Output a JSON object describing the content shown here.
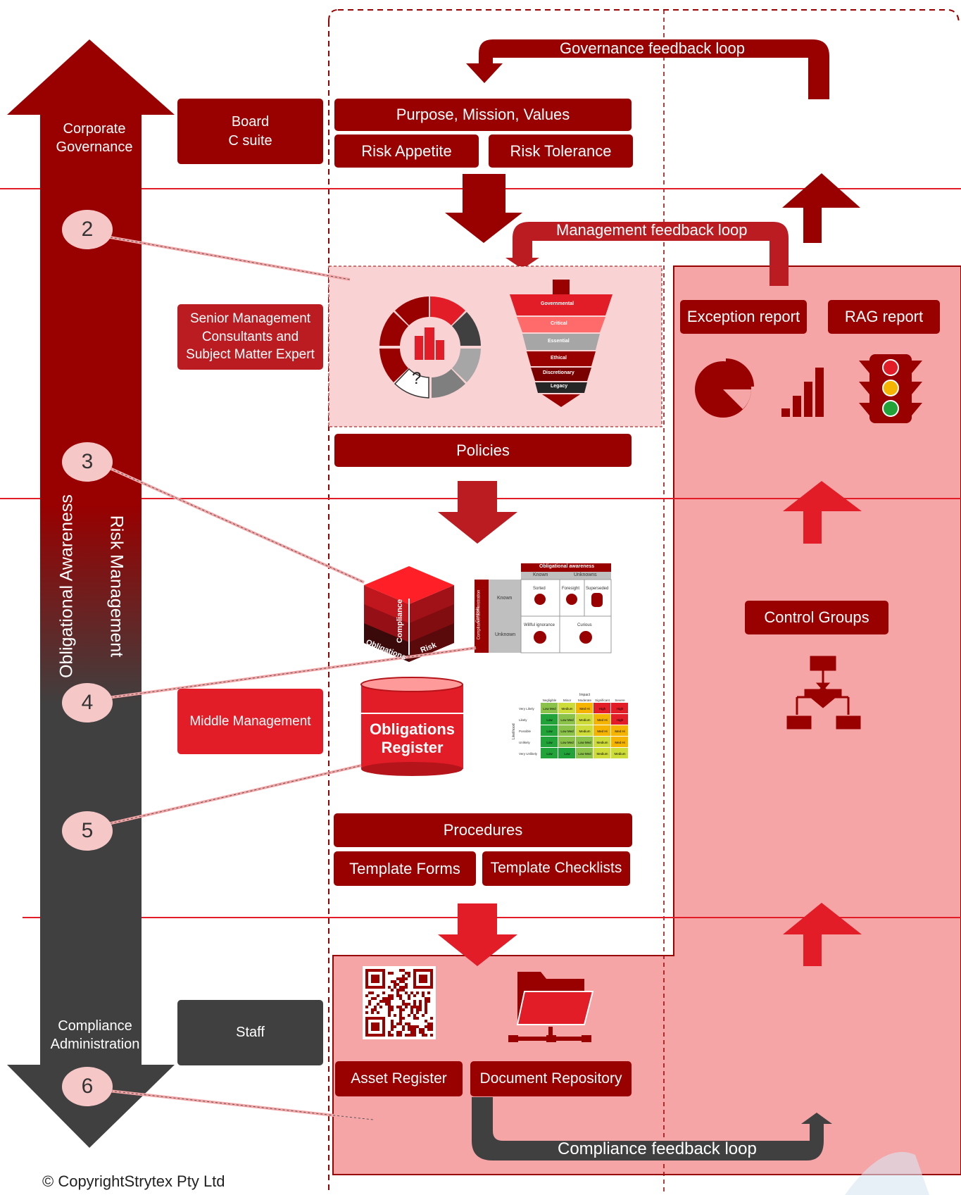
{
  "colors": {
    "dark_red": "#990000",
    "red": "#e31d27",
    "grey": "#404040",
    "pink": "#f6a5a7",
    "light_pink": "#f9d3d3"
  },
  "left_axis": {
    "top_label": "Corporate\nGovernance",
    "bottom_label": "Compliance\nAdministration",
    "vertical_1": "Obligational Awareness",
    "vertical_2": "Risk Management"
  },
  "roles": {
    "board": "Board\nC suite",
    "senior": "Senior Management\nConsultants and\nSubject Matter Expert",
    "middle": "Middle Management",
    "staff": "Staff"
  },
  "governance": {
    "purpose": "Purpose, Mission, Values",
    "appetite": "Risk Appetite",
    "tolerance": "Risk Tolerance"
  },
  "loops": {
    "governance": "Governance feedback loop",
    "management": "Management feedback loop",
    "compliance": "Compliance feedback loop"
  },
  "funnel": [
    "Governmental",
    "Critical",
    "Essential",
    "Ethical",
    "Discretionary",
    "Legacy"
  ],
  "policies": "Policies",
  "reports": {
    "exception": "Exception report",
    "rag": "RAG report"
  },
  "control_groups": "Control Groups",
  "cube": {
    "compliance": "Compliance",
    "obligations": "Obligations",
    "risk": "Risk"
  },
  "awareness_matrix": {
    "title": "Obligational awareness",
    "known": "Known",
    "unknowns": "Unknowns",
    "row_known": "Known",
    "row_unknown": "Unknown",
    "side_1": "Compliance/administration",
    "side_2": "Controls",
    "cells": [
      "Sorted",
      "Foresight",
      "Superseded",
      "Willful ignorance",
      "Curious"
    ]
  },
  "register": "Obligations\nRegister",
  "risk_matrix": {
    "impact": "Impact",
    "likelihood": "Likelihood",
    "columns": [
      "Negligible",
      "Minor",
      "Moderate",
      "Significant",
      "Severe"
    ],
    "rows": [
      "Very Likely",
      "Likely",
      "Possible",
      "Unlikely",
      "Very Unlikely"
    ],
    "cells": [
      [
        "Low Med",
        "Medium",
        "Med Hi",
        "High",
        "High"
      ],
      [
        "Low",
        "Low Med",
        "Medium",
        "Med Hi",
        "High"
      ],
      [
        "Low",
        "Low Med",
        "Medium",
        "Med Hi",
        "Med Hi"
      ],
      [
        "Low",
        "Low Med",
        "Low Med",
        "Medium",
        "Med Hi"
      ],
      [
        "Low",
        "Low",
        "Low Med",
        "Medium",
        "Medium"
      ]
    ]
  },
  "procedures": {
    "title": "Procedures",
    "forms": "Template Forms",
    "checklists": "Template Checklists"
  },
  "assets": {
    "asset": "Asset Register",
    "repo": "Document Repository"
  },
  "callouts": [
    "2",
    "3",
    "4",
    "5",
    "6"
  ],
  "copyright": "© CopyrightStrytex Pty Ltd"
}
